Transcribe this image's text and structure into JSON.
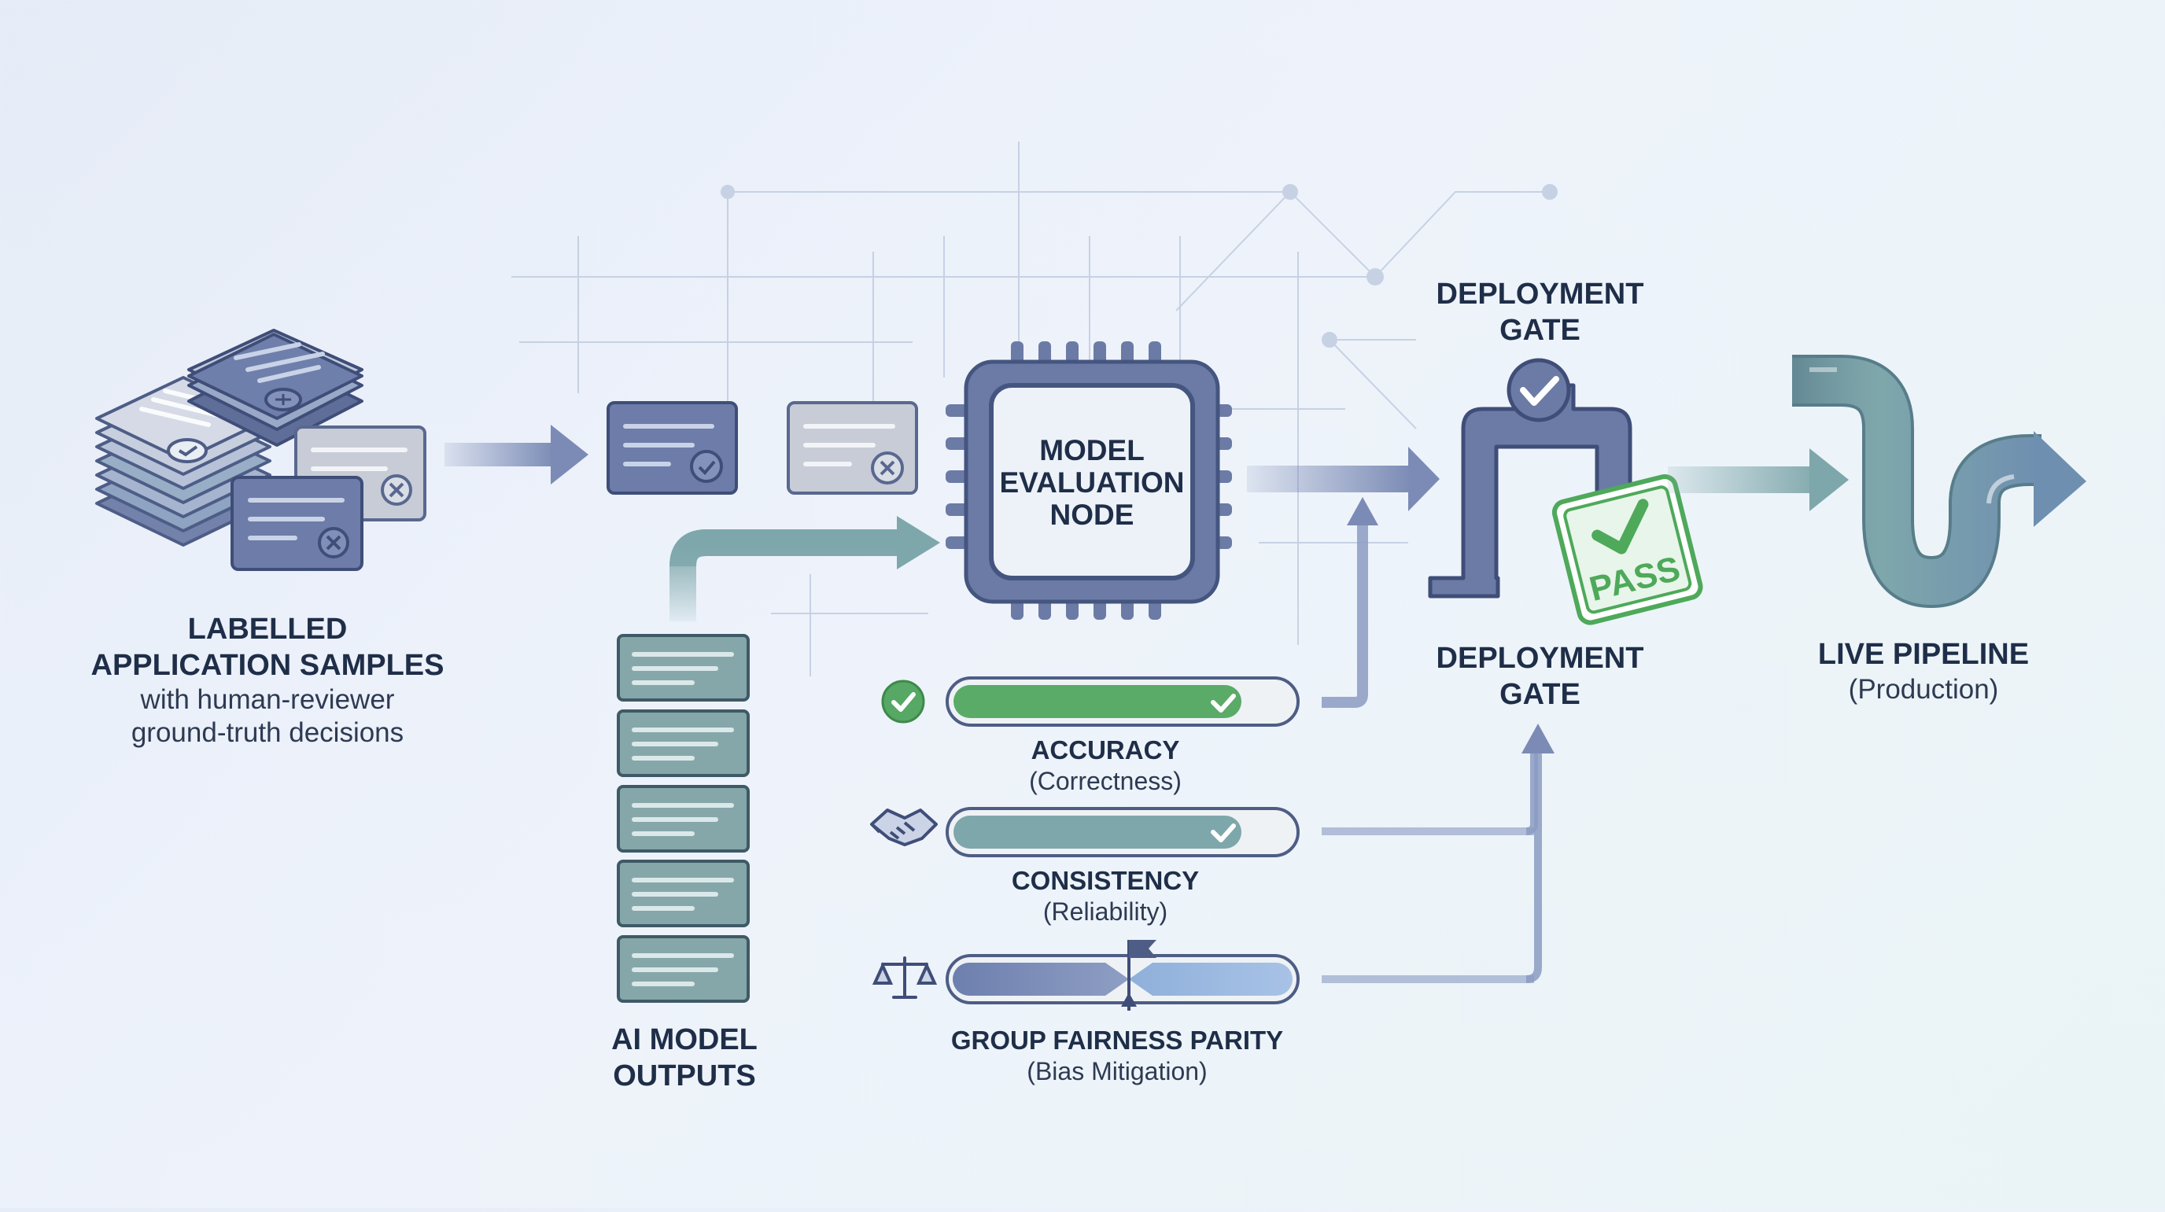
{
  "samples": {
    "title_line1": "LABELLED",
    "title_line2": "APPLICATION SAMPLES",
    "subtitle_line1": "with human-reviewer",
    "subtitle_line2": "ground-truth decisions"
  },
  "ai_outputs": {
    "title_line1": "AI MODEL",
    "title_line2": "OUTPUTS"
  },
  "eval_node": {
    "line1": "MODEL",
    "line2": "EVALUATION",
    "line3": "NODE"
  },
  "metrics": [
    {
      "title": "ACCURACY",
      "subtitle": "(Correctness)",
      "fill": 0.85
    },
    {
      "title": "CONSISTENCY",
      "subtitle": "(Reliability)",
      "fill": 0.85
    },
    {
      "title": "GROUP FAIRNESS PARITY",
      "subtitle": "(Bias Mitigation)"
    }
  ],
  "gate": {
    "title_top_line1": "DEPLOYMENT",
    "title_top_line2": "GATE",
    "title_bottom_line1": "DEPLOYMENT",
    "title_bottom_line2": "GATE",
    "stamp": "PASS"
  },
  "pipeline": {
    "title": "LIVE PIPELINE",
    "subtitle": "(Production)"
  },
  "colors": {
    "navy": "#5d6f9c",
    "steel": "#7b8bb5",
    "teal": "#7ea7ab",
    "green": "#5aab68",
    "stamp_green": "#4ea95a",
    "text": "#1f2e48"
  }
}
